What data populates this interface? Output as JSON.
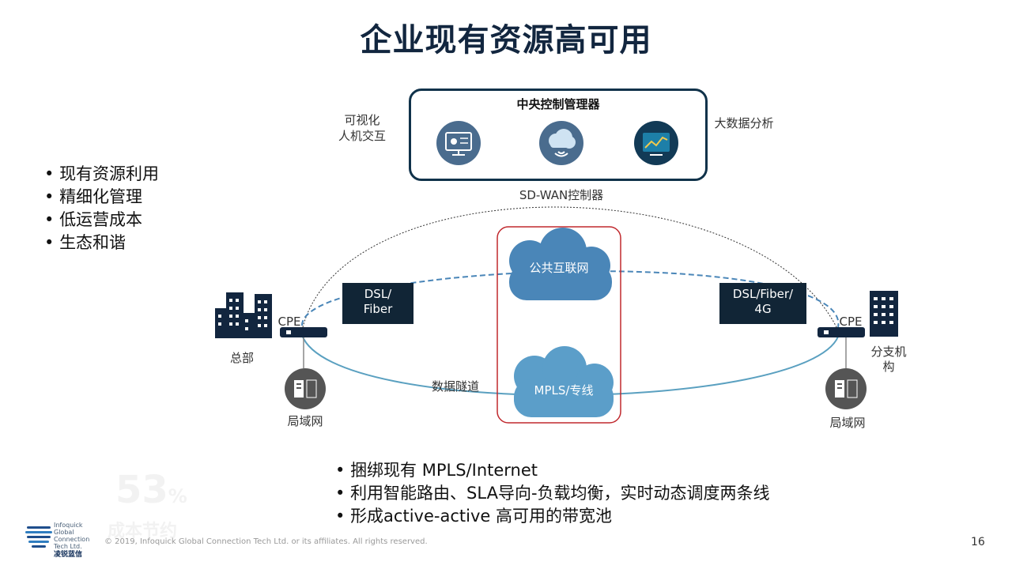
{
  "title": "企业现有资源高可用",
  "left_bullets": [
    "现有资源利用",
    "精细化管理",
    "低运营成本",
    "生态和谐"
  ],
  "controller": {
    "title": "中央控制管理器",
    "left_label_1": "可视化",
    "left_label_2": "人机交互",
    "right_label": "大数据分析",
    "below_label": "SD-WAN控制器"
  },
  "clouds": {
    "internet": "公共互联网",
    "mpls": "MPLS/专线"
  },
  "links": {
    "left_box_1": "DSL/",
    "left_box_2": "Fiber",
    "right_box_1": "DSL/Fiber/",
    "right_box_2": "4G",
    "tunnel": "数据隧道"
  },
  "hq": {
    "cpe": "CPE",
    "label": "总部",
    "lan": "局域网"
  },
  "branch": {
    "cpe": "CPE",
    "label_1": "分支机",
    "label_2": "构",
    "lan": "局域网"
  },
  "bottom_bullets": [
    "捆绑现有 MPLS/Internet",
    "利用智能路由、SLA导向-负载均衡，实时动态调度两条线",
    "形成active-active 高可用的带宽池"
  ],
  "faded_number": "53",
  "faded_unit": "%",
  "faded_text": "成本节约",
  "logo_text": [
    "Infoquick",
    "Global",
    "Connection",
    "Tech Ltd."
  ],
  "logo_cn": "凌锐蓝信",
  "copyright": "© 2019, Infoquick Global Connection Tech Ltd. or its affiliates. All rights reserved.",
  "page_number": "16",
  "colors": {
    "navy": "#12263f",
    "cloud": "#4a86b8",
    "cloud_light": "#6aa5cf",
    "red_box": "#c0282d",
    "link": "#5aa0c0"
  }
}
